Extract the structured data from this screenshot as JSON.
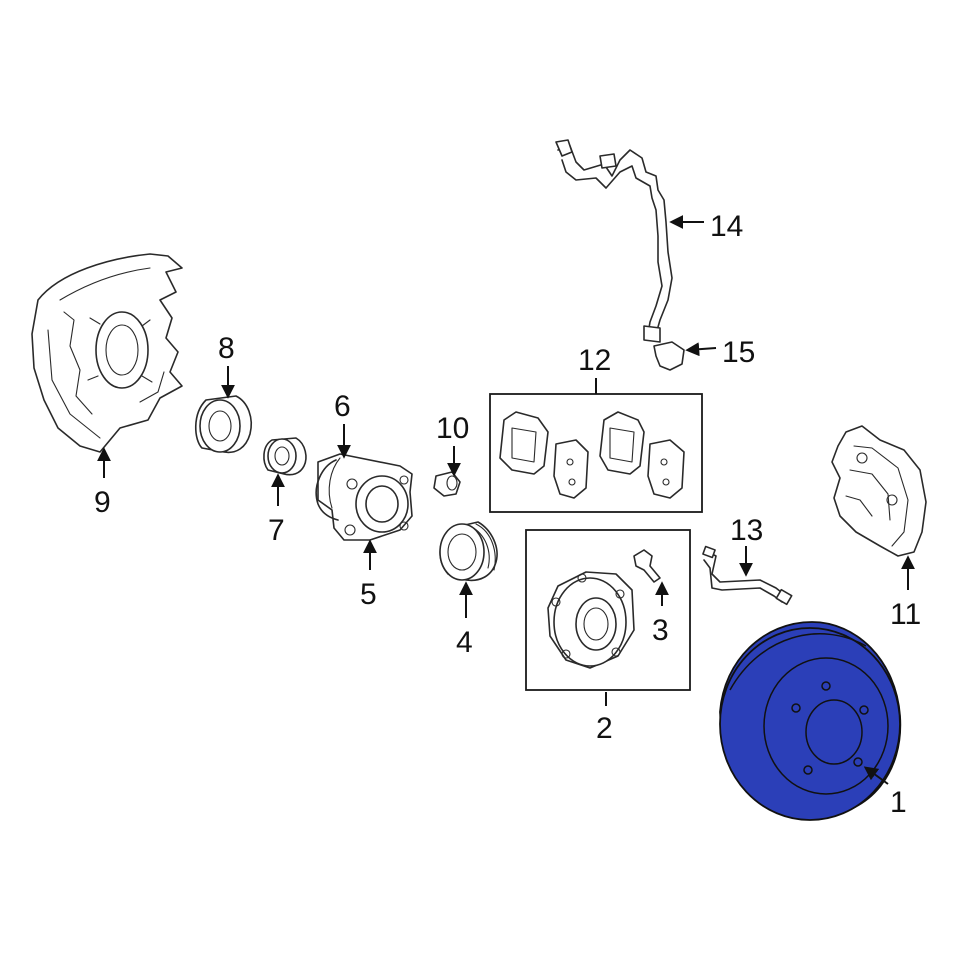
{
  "callouts": [
    {
      "id": "1",
      "label": "1"
    },
    {
      "id": "2",
      "label": "2"
    },
    {
      "id": "3",
      "label": "3"
    },
    {
      "id": "4",
      "label": "4"
    },
    {
      "id": "5",
      "label": "5"
    },
    {
      "id": "6",
      "label": "6"
    },
    {
      "id": "7",
      "label": "7"
    },
    {
      "id": "8",
      "label": "8"
    },
    {
      "id": "9",
      "label": "9"
    },
    {
      "id": "10",
      "label": "10"
    },
    {
      "id": "11",
      "label": "11"
    },
    {
      "id": "12",
      "label": "12"
    },
    {
      "id": "13",
      "label": "13"
    },
    {
      "id": "14",
      "label": "14"
    },
    {
      "id": "15",
      "label": "15"
    }
  ],
  "highlighted_part": "1",
  "colors": {
    "highlight": "#2b3fb8",
    "line": "#2a2a2a",
    "background": "#ffffff"
  }
}
